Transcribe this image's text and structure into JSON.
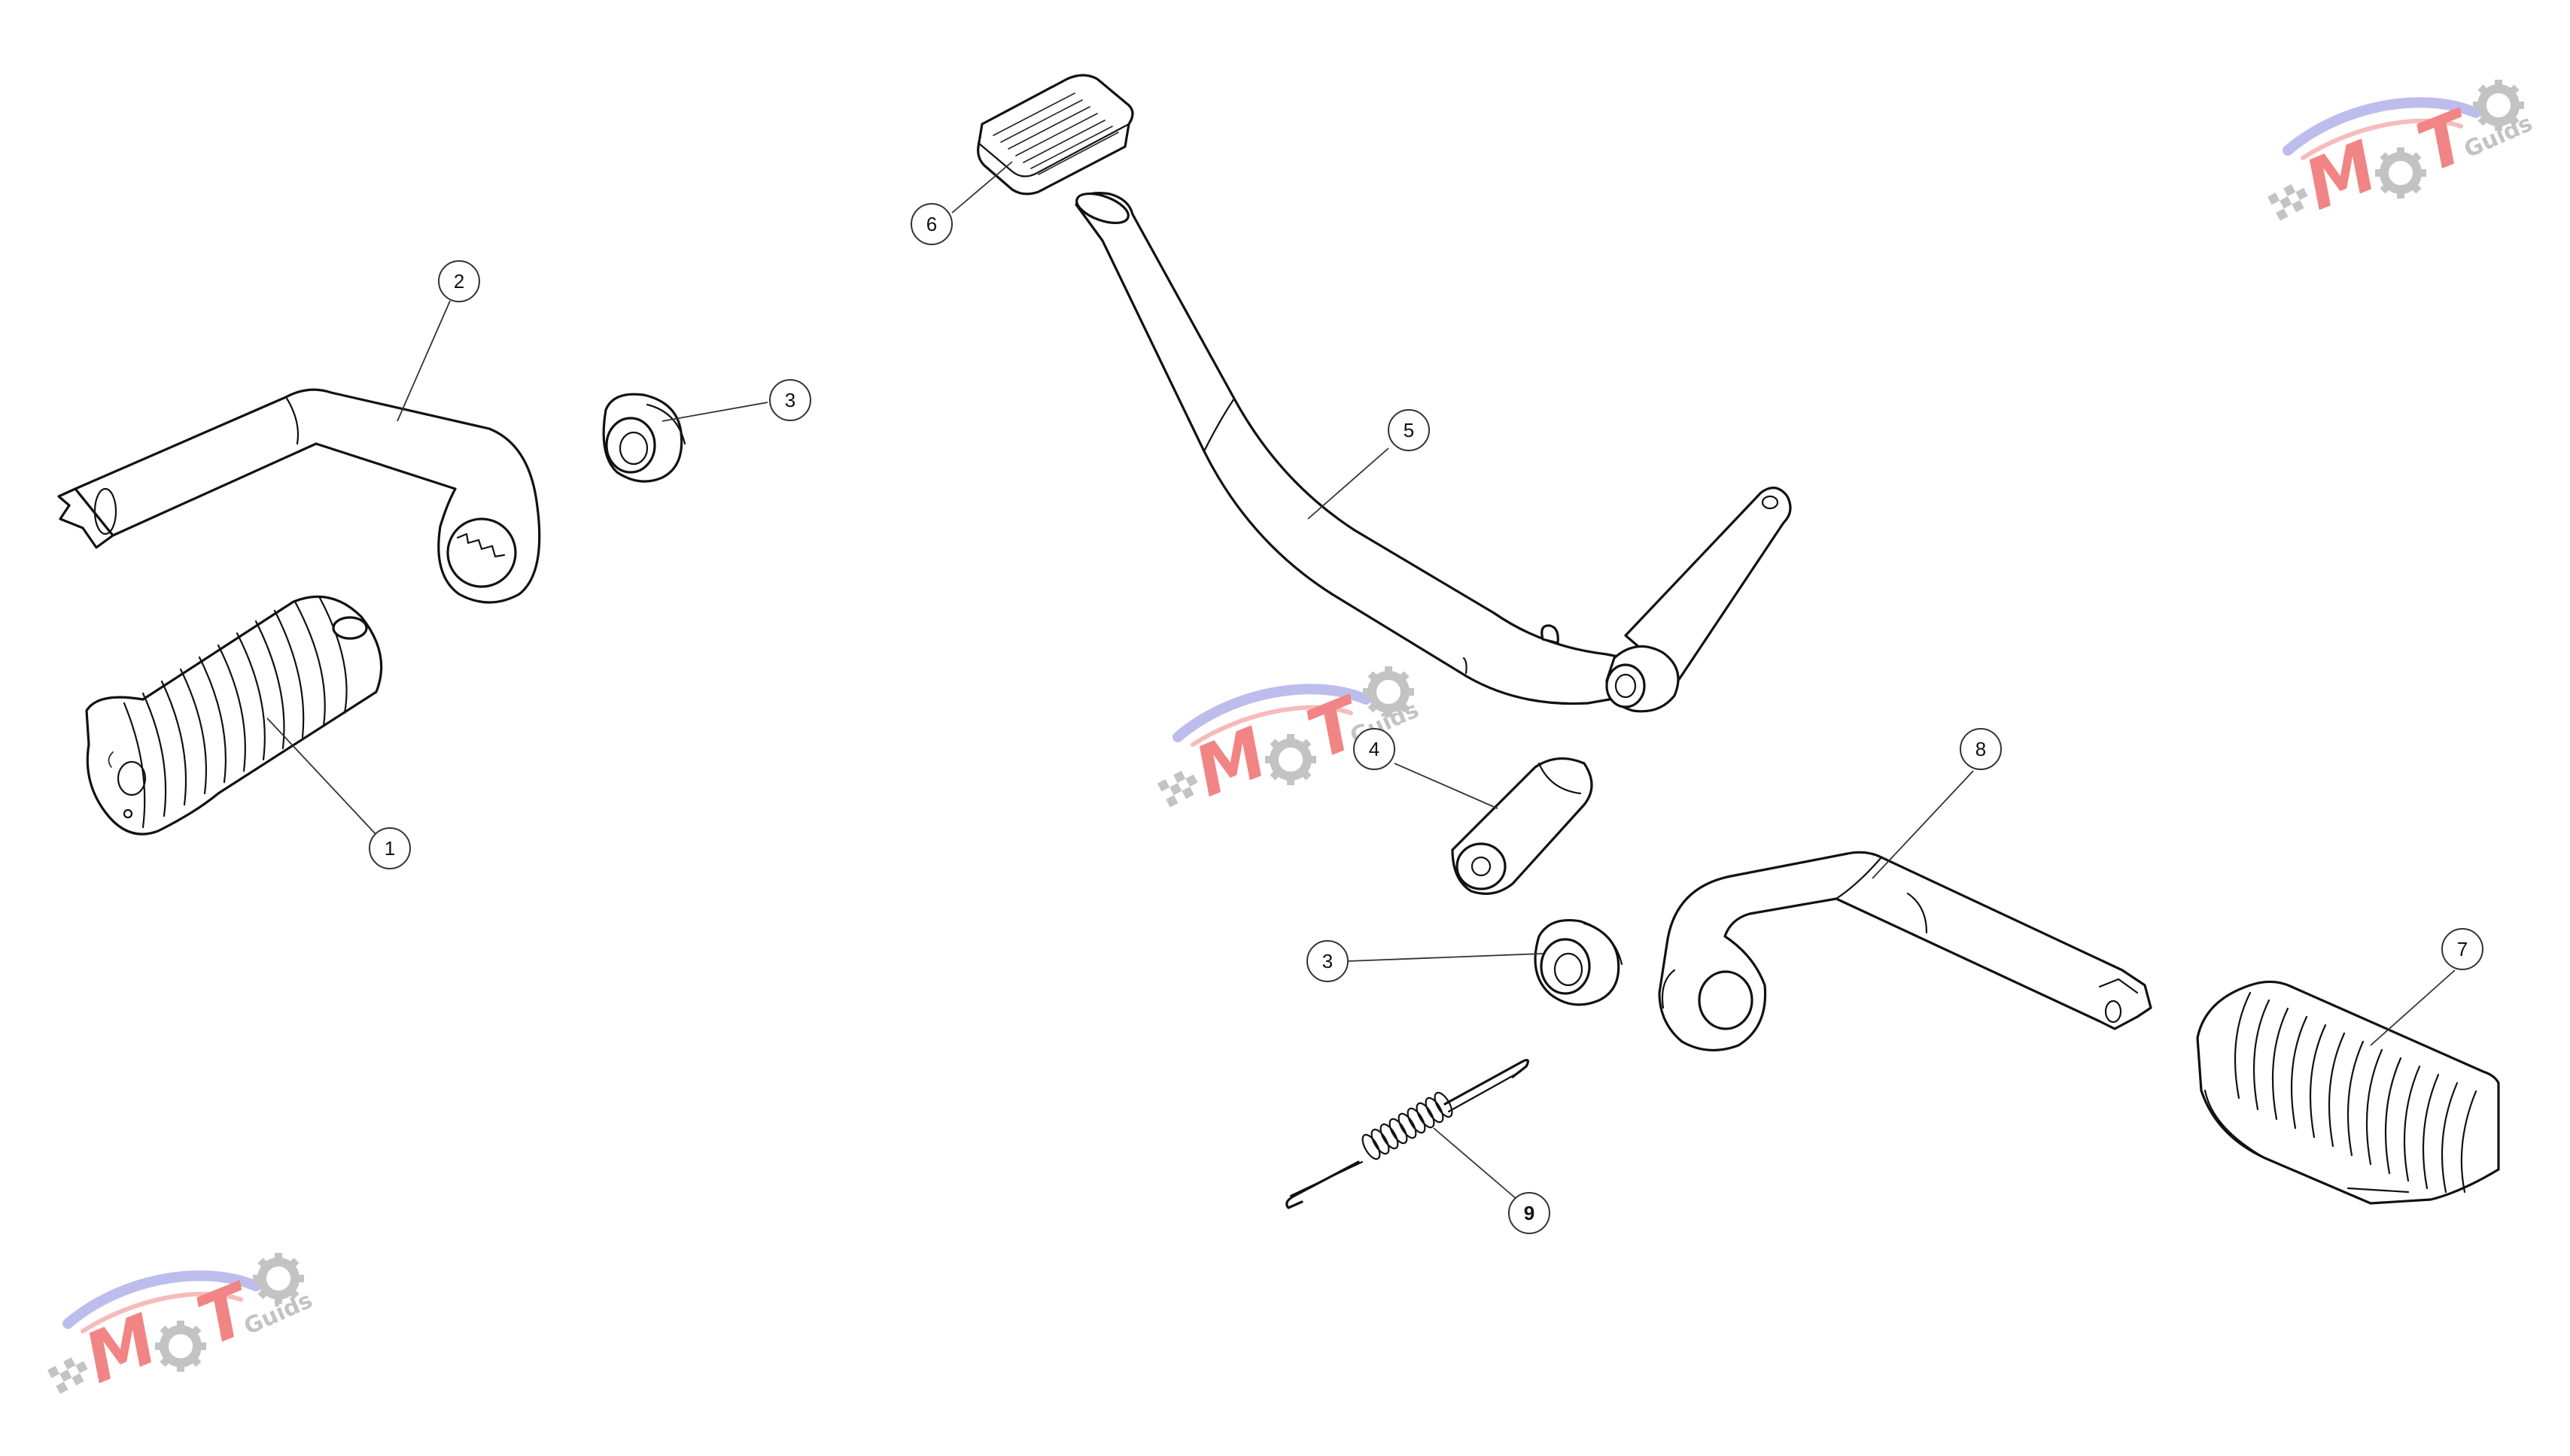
{
  "watermark": {
    "brand": "MOTO",
    "sub": "Guids",
    "colors": {
      "red": "#f07878",
      "blue": "#a9a9e8",
      "gray": "#bdbdbd"
    }
  },
  "callouts": [
    {
      "id": "c1",
      "label": "1"
    },
    {
      "id": "c2",
      "label": "2"
    },
    {
      "id": "c3a",
      "label": "3"
    },
    {
      "id": "c3b",
      "label": "3"
    },
    {
      "id": "c4",
      "label": "4"
    },
    {
      "id": "c5",
      "label": "5"
    },
    {
      "id": "c6",
      "label": "6"
    },
    {
      "id": "c7",
      "label": "7"
    },
    {
      "id": "c8",
      "label": "8"
    },
    {
      "id": "c9",
      "label": "9"
    }
  ],
  "icons": {
    "parts": [
      "footpeg-rubber-icon",
      "gear-lever-icon",
      "bushing-icon",
      "brake-pedal-icon",
      "pedal-pad-icon",
      "pin-icon",
      "lever-arm-icon",
      "spring-icon"
    ],
    "watermark": "moto-guids-logo-icon"
  }
}
